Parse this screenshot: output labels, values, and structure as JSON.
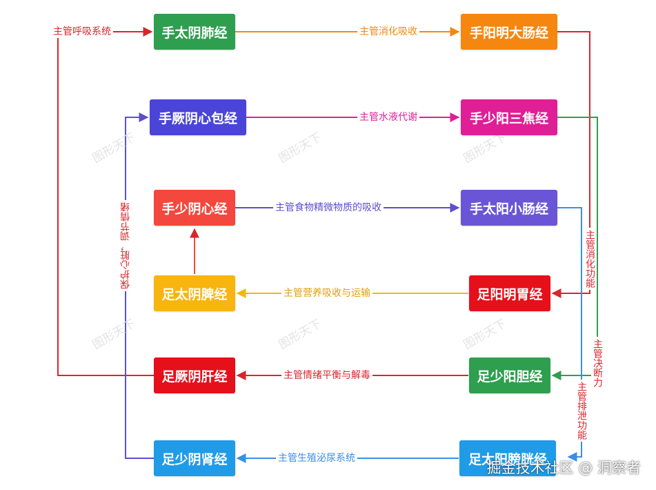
{
  "nodes": {
    "lung": "手太阴肺经",
    "large_intestine": "手阳明大肠经",
    "pericardium": "手厥阴心包经",
    "triple_burner": "手少阳三焦经",
    "heart": "手少阴心经",
    "small_intestine": "手太阳小肠经",
    "spleen": "足太阴脾经",
    "stomach": "足阳明胃经",
    "liver": "足厥阴肝经",
    "gallbladder": "足少阳胆经",
    "kidney": "足少阴肾经",
    "bladder": "足太阳膀胱经"
  },
  "edges": {
    "respiratory": "主管呼吸系统",
    "digestion_absorb": "主管消化吸收",
    "water_metabolism": "主管水液代谢",
    "food_absorption": "主管食物精微物质的吸收",
    "nutrient_transport": "主管营养吸收与运输",
    "emotion_detox": "主管情绪平衡与解毒",
    "reproductive_urinary": "主管生殖泌尿系统",
    "digestive_function": "主管消化功能",
    "decisiveness": "主管决断力",
    "excretion": "主管排泄功能",
    "protect_heart": "保护心脏，调节情绪"
  },
  "colors": {
    "lung": "#2e9e4f",
    "large_intestine": "#f5860f",
    "pericardium": "#4a45d8",
    "triple_burner": "#e01e96",
    "heart": "#f4473d",
    "small_intestine": "#6a55d6",
    "spleen": "#f8b40f",
    "stomach": "#e5101a",
    "liver": "#e5101a",
    "gallbladder": "#2e9e4f",
    "kidney": "#1f9be8",
    "bladder": "#1f9be8",
    "red_line": "#d9252c",
    "purple_line": "#5a4fcf",
    "green_line": "#2e9e4f",
    "blue_line": "#3a8ee6",
    "orange_line": "#f5860f",
    "magenta_line": "#e01e96",
    "yellow_line": "#f8b40f"
  },
  "watermark": "图形天下",
  "footer_watermark": "掘金技术社区 @ 洞察者"
}
